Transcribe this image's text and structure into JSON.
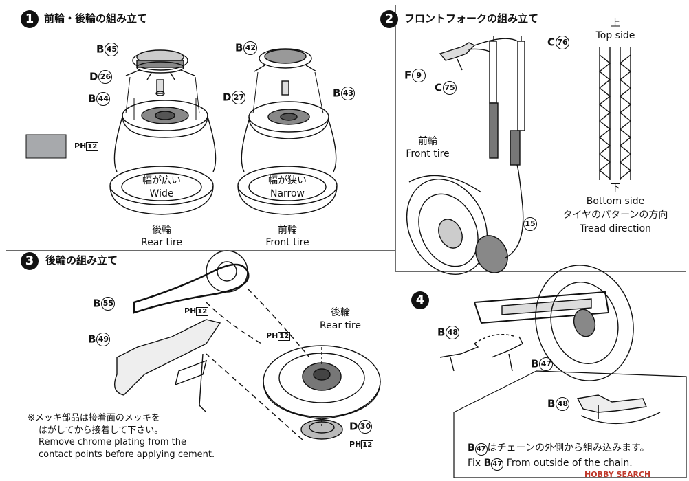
{
  "step1": {
    "number": "1",
    "title": "前輪・後輪の組み立て",
    "parts": [
      "B",
      "D",
      "B",
      "B",
      "D",
      "B"
    ],
    "part_nums": [
      "45",
      "26",
      "44",
      "42",
      "27",
      "43"
    ],
    "paint": "P",
    "paint_sub": "H",
    "paint_num": "12",
    "rear_jp": "幅が広い",
    "rear_en": "Wide",
    "front_jp": "幅が狭い",
    "front_en": "Narrow",
    "rear_label_jp": "後輪",
    "rear_label_en": "Rear tire",
    "front_label_jp": "前輪",
    "front_label_en": "Front tire"
  },
  "step2": {
    "number": "2",
    "title": "フロントフォークの組み立て",
    "parts": [
      "F",
      "C",
      "C"
    ],
    "part_nums": [
      "9",
      "75",
      "76",
      "15"
    ],
    "front_jp": "前輪",
    "front_en": "Front tire",
    "top_jp": "上",
    "top_en": "Top side",
    "bottom_jp": "下",
    "bottom_en": "Bottom side",
    "tread_jp": "タイヤのパターンの方向",
    "tread_en": "Tread direction"
  },
  "step3": {
    "number": "3",
    "title": "後輪の組み立て",
    "parts": [
      "B",
      "B",
      "D"
    ],
    "part_nums": [
      "55",
      "49",
      "30"
    ],
    "rear_jp": "後輪",
    "rear_en": "Rear tire",
    "note_lines": [
      "※メッキ部品は接着面のメッキを",
      "はがしてから接着して下さい。",
      "Remove chrome plating from the",
      "contact points before applying cement."
    ]
  },
  "step4": {
    "number": "4",
    "parts": [
      "B",
      "B",
      "B"
    ],
    "part_nums": [
      "48",
      "47",
      "48"
    ],
    "note_jp_part": "B",
    "note_jp_num": "47",
    "note_jp": "はチェーンの外側から組み込みます。",
    "note_en_pre": "Fix",
    "note_en_part": "B",
    "note_en_num": "47",
    "note_en": "From outside of the chain."
  },
  "watermark": "HOBBY SEARCH",
  "colors": {
    "ink": "#111111",
    "swatch": "#a7a9ac",
    "hub": "#7a7a7a"
  }
}
